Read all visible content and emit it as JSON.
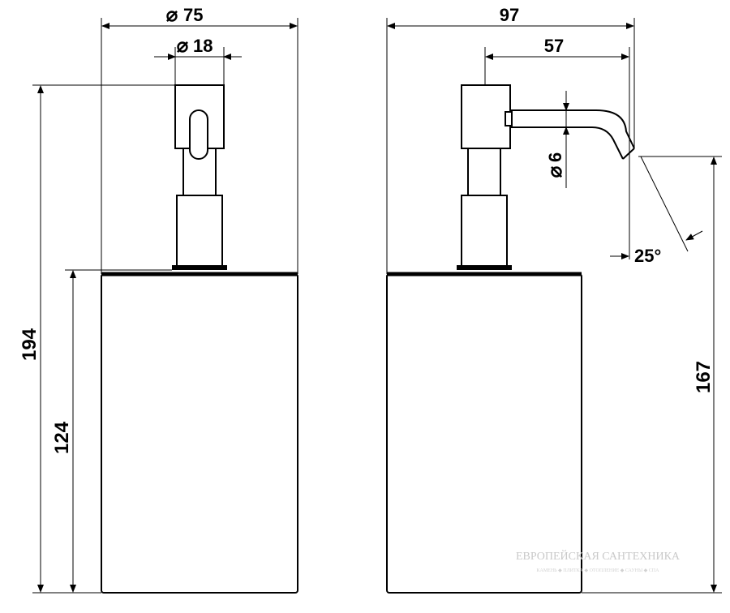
{
  "front_view": {
    "dia_body": "75",
    "dia_pump": "18",
    "total_height": "194",
    "body_height": "124"
  },
  "side_view": {
    "total_depth": "97",
    "spout_reach": "57",
    "spout_dia": "6",
    "spout_angle": "25°",
    "outlet_height": "167"
  },
  "symbols": {
    "diameter": "⌀"
  },
  "watermark": {
    "title": "ЕВРОПЕЙСКАЯ САНТЕХНИКА",
    "subtitle": "КАМЕНЬ ◆ ПЛИТКА ◆ ОТОПЛЕНИЕ ◆ САУНЫ ◆ СПА"
  }
}
